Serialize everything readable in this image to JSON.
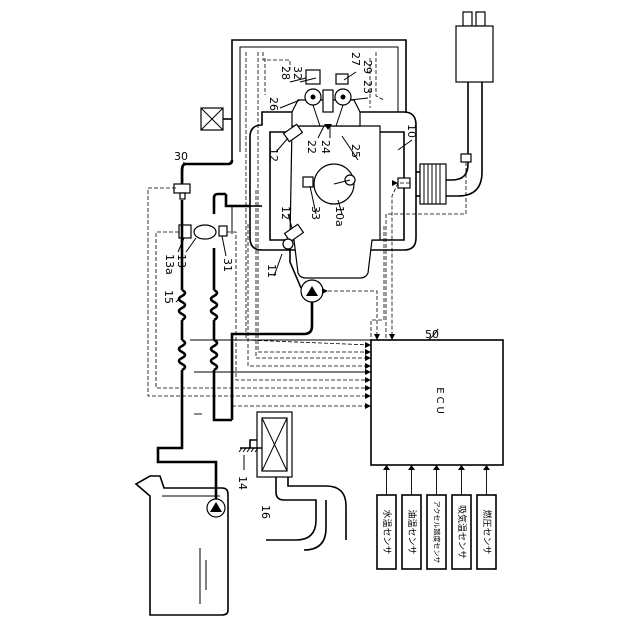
{
  "labels": {
    "n10": "10",
    "n10a": "10a",
    "n11": "11",
    "n12a": "12",
    "n12b": "12",
    "n13": "13",
    "n13a": "13a",
    "n14": "14",
    "n15": "15",
    "n16": "16",
    "n22": "22",
    "n23": "23",
    "n24": "24",
    "n25": "25",
    "n26": "26",
    "n27": "27",
    "n28": "28",
    "n29": "29",
    "n30": "30",
    "n31": "31",
    "n32": "32",
    "n33": "33",
    "n50": "50"
  },
  "ecu": {
    "title": "ECU"
  },
  "sensors": [
    {
      "label": "水温センサ"
    },
    {
      "label": "油温センサ"
    },
    {
      "label": "アクセル踏度センサ"
    },
    {
      "label": "吸気温センサ"
    },
    {
      "label": "燃圧センサ"
    }
  ]
}
